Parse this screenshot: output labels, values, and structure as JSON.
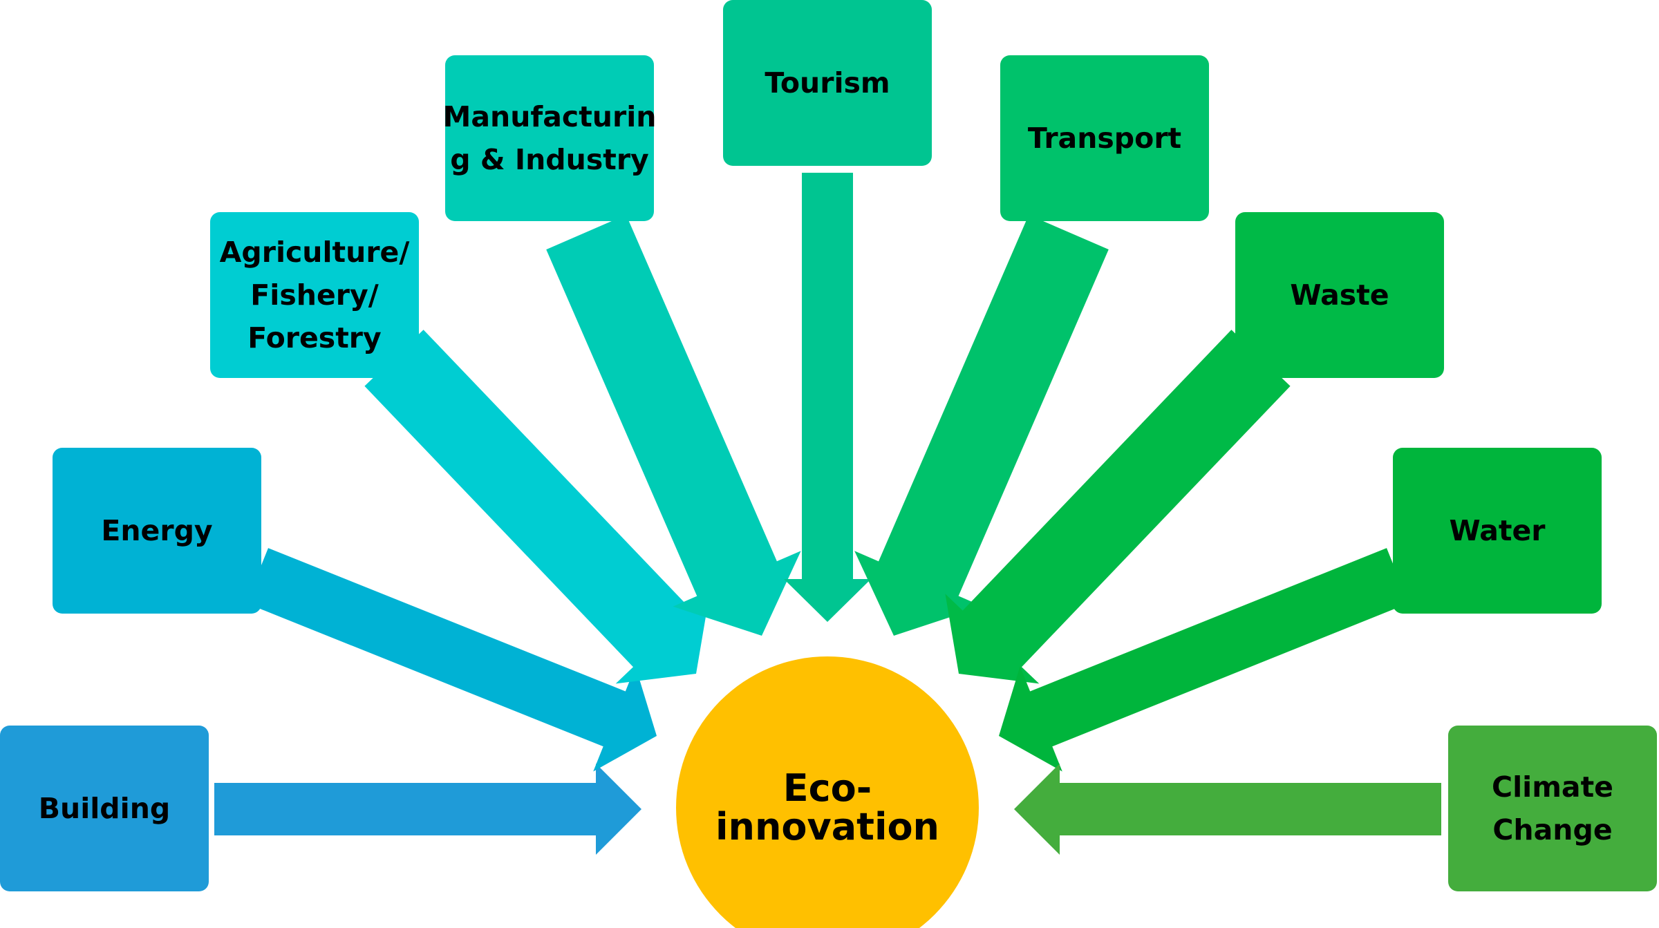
{
  "center": {
    "label_lines": [
      "Eco-",
      "innovation"
    ],
    "color": "#FFC000"
  },
  "nodes": [
    {
      "id": "building",
      "label_lines": [
        "Building"
      ],
      "color": "#1F9BD8"
    },
    {
      "id": "energy",
      "label_lines": [
        "Energy"
      ],
      "color": "#00B2D4"
    },
    {
      "id": "agriculture",
      "label_lines": [
        "Agriculture/",
        "Fishery/",
        "Forestry"
      ],
      "color": "#00CDD2"
    },
    {
      "id": "manufacturing",
      "label_lines": [
        "Manufacturin",
        "g & Industry"
      ],
      "color": "#00CCB5"
    },
    {
      "id": "tourism",
      "label_lines": [
        "Tourism"
      ],
      "color": "#00C591"
    },
    {
      "id": "transport",
      "label_lines": [
        "Transport"
      ],
      "color": "#00C26B"
    },
    {
      "id": "waste",
      "label_lines": [
        "Waste"
      ],
      "color": "#00BA47"
    },
    {
      "id": "water",
      "label_lines": [
        "Water"
      ],
      "color": "#00B53C"
    },
    {
      "id": "climate-change",
      "label_lines": [
        "Climate",
        "Change"
      ],
      "color": "#44AD3D"
    }
  ]
}
